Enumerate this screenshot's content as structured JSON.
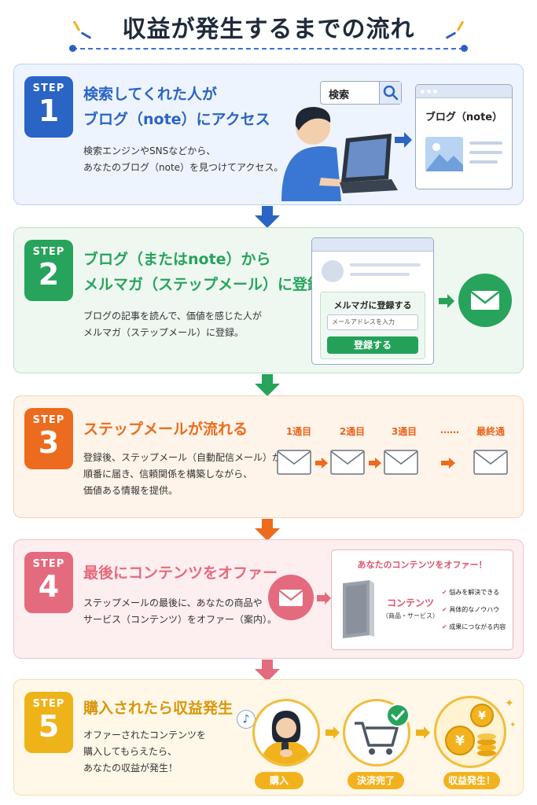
{
  "title": "収益が発生するまでの流れ",
  "colors": {
    "step1": "#2a64c5",
    "step2": "#27a35c",
    "step3": "#ec6b1e",
    "step4": "#e46b7d",
    "step5": "#efb31a"
  },
  "step_label": "STEP",
  "steps": [
    {
      "number": "1",
      "heading_line1": "検索してくれた人が",
      "heading_line2": "ブログ（note）にアクセス",
      "desc_line1": "検索エンジンやSNSなどから、",
      "desc_line2": "あなたのブログ（note）を見つけてアクセス。",
      "search_label": "検索",
      "browser_title": "ブログ（note）",
      "icons": [
        "search-icon",
        "person-laptop-icon",
        "image-icon"
      ]
    },
    {
      "number": "2",
      "heading_line1": "ブログ（またはnote）から",
      "heading_line2": "メルマガ（ステップメール）に登録",
      "desc_line1": "ブログの記事を読んで、価値を感じた人が",
      "desc_line2": "メルマガ（ステップメール）に登録。",
      "form_title": "メルマガに登録する",
      "email_placeholder": "メールアドレスを入力",
      "register_button": "登録する",
      "icons": [
        "mail-icon"
      ]
    },
    {
      "number": "3",
      "heading_line1": "ステップメールが流れる",
      "desc_line1": "登録後、ステップメール（自動配信メール）が",
      "desc_line2": "順番に届き、信頼関係を構築しながら、",
      "desc_line3": "価値ある情報を提供。",
      "mail_labels": [
        "1通目",
        "2通目",
        "3通目",
        "……",
        "最終通"
      ],
      "icons": [
        "envelope-icon"
      ]
    },
    {
      "number": "4",
      "heading_line1": "最後にコンテンツをオファー",
      "desc_line1": "ステップメールの最後に、あなたの商品や",
      "desc_line2": "サービス（コンテンツ）をオファー（案内）。",
      "offer_title": "あなたのコンテンツをオファー！",
      "content_label": "コンテンツ",
      "content_sub": "（商品・サービス）",
      "checklist": [
        "悩みを解決できる",
        "具体的なノウハウ",
        "成果につながる内容"
      ],
      "icons": [
        "mail-icon",
        "book-icon",
        "check-icon"
      ]
    },
    {
      "number": "5",
      "heading_line1": "購入されたら収益発生",
      "desc_line1": "オファーされたコンテンツを",
      "desc_line2": "購入してもらえたら、",
      "desc_line3": "あなたの収益が発生！",
      "captions": [
        "購入",
        "決済完了",
        "収益発生！"
      ],
      "icons": [
        "person-phone-icon",
        "cart-icon",
        "yen-coin-icon"
      ]
    }
  ]
}
